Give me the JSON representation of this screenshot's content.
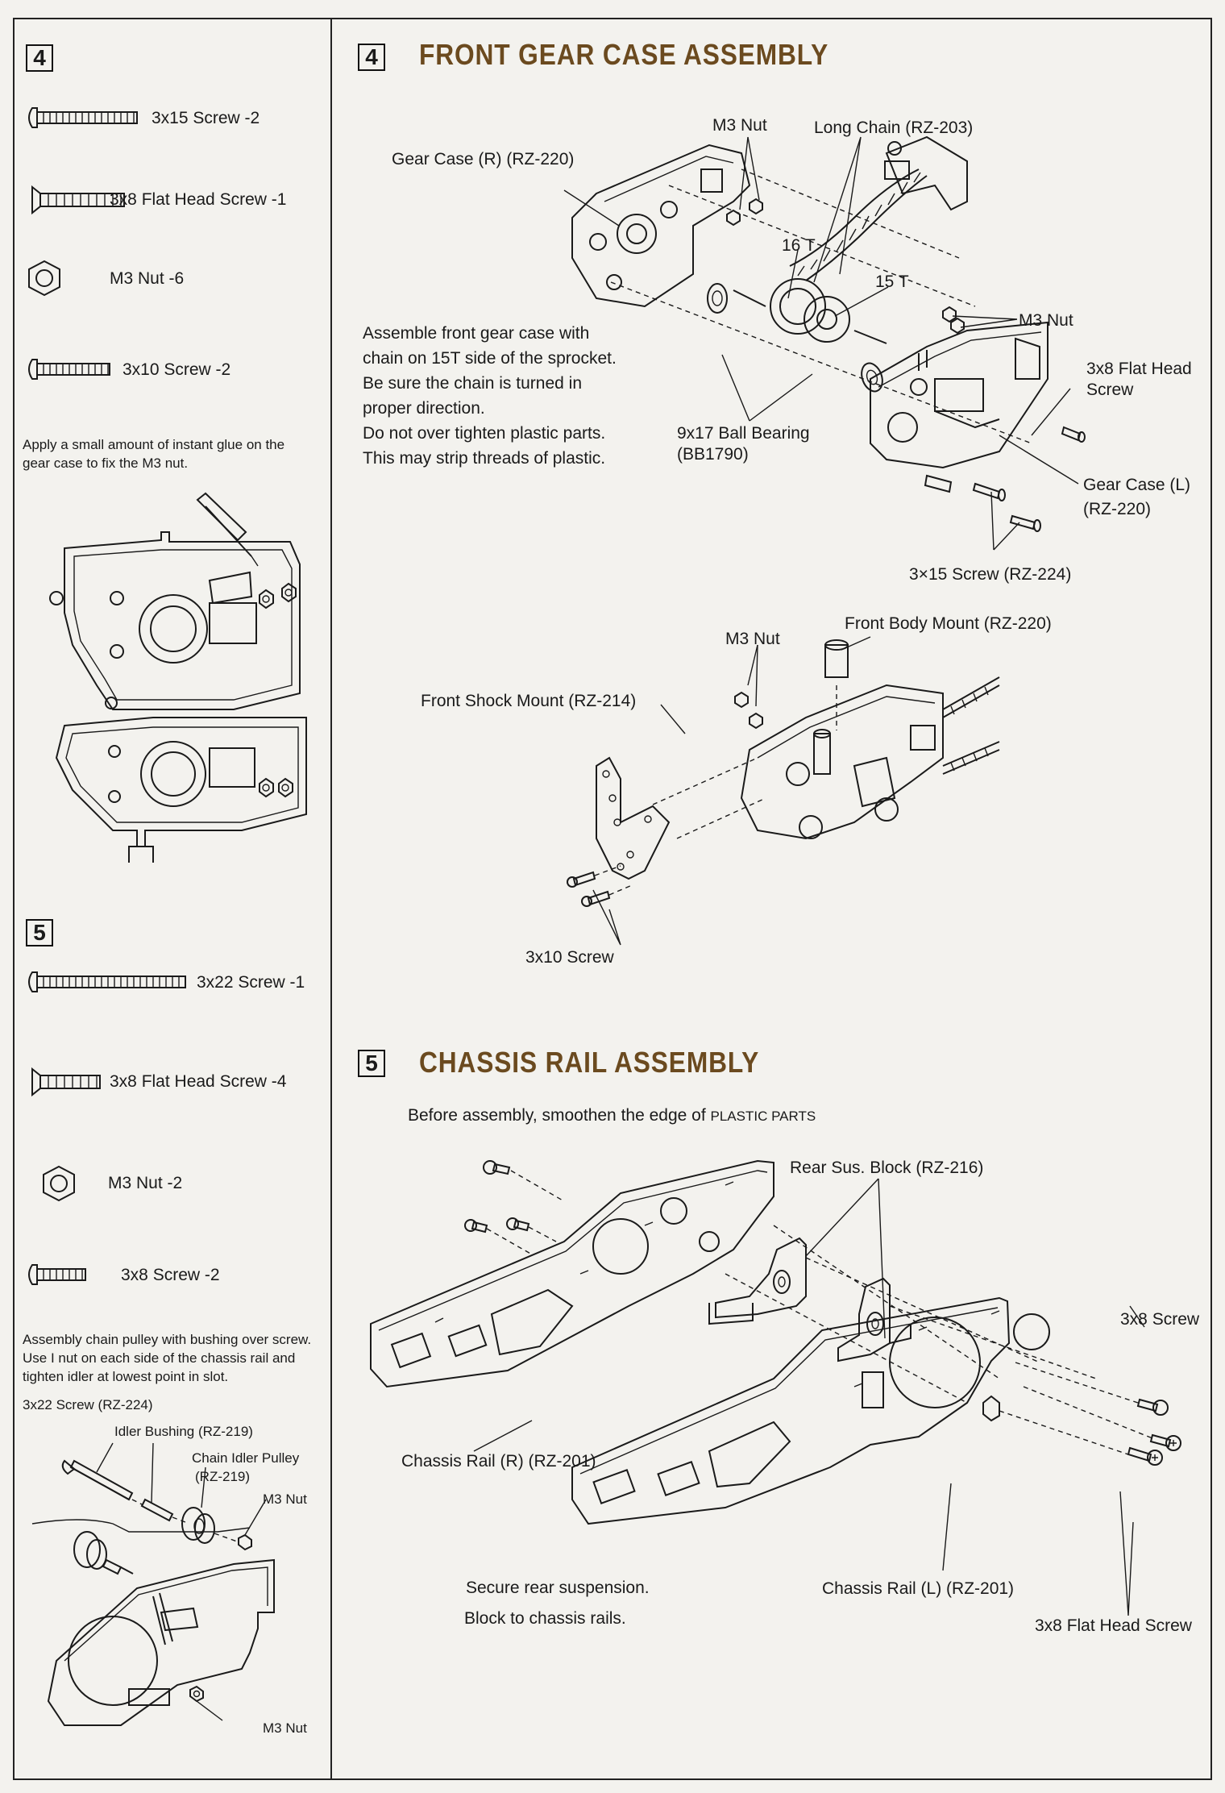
{
  "left": {
    "step4": {
      "number": "4",
      "parts": [
        {
          "icon": "round-head-screw-icon",
          "label": "3x15 Screw -2"
        },
        {
          "icon": "flat-head-screw-icon",
          "label": "3x8 Flat Head Screw -1"
        },
        {
          "icon": "hex-nut-icon",
          "label": "M3 Nut -6"
        },
        {
          "icon": "round-head-screw-icon",
          "label": "3x10 Screw -2"
        }
      ],
      "note": "Apply a small amount of instant glue on the gear case to fix the M3 nut."
    },
    "step5": {
      "number": "5",
      "parts": [
        {
          "icon": "round-head-screw-icon",
          "label": "3x22 Screw -1"
        },
        {
          "icon": "flat-head-screw-icon",
          "label": "3x8 Flat Head Screw -4"
        },
        {
          "icon": "hex-nut-icon",
          "label": "M3 Nut -2"
        },
        {
          "icon": "round-head-screw-icon",
          "label": "3x8 Screw -2"
        }
      ],
      "note": "Assembly chain pulley with bushing over screw. Use I nut on each side of the chassis rail and tighten idler at lowest point in slot.",
      "callouts": {
        "screw": "3x22 Screw (RZ-224)",
        "bushing": "Idler Bushing (RZ-219)",
        "pulley_line1": "Chain Idler Pulley",
        "pulley_line2": "(RZ-219)",
        "nut_top": "M3 Nut",
        "nut_bottom": "M3 Nut"
      }
    }
  },
  "section4": {
    "number": "4",
    "title": "FRONT GEAR CASE ASSEMBLY",
    "callouts": {
      "gear_case_r": "Gear Case (R) (RZ-220)",
      "m3_nut_top": "M3 Nut",
      "long_chain": "Long Chain (RZ-203)",
      "t16": "16 T",
      "t15": "15 T",
      "m3_nut_right": "M3 Nut",
      "flat_head_line1": "3x8 Flat Head",
      "flat_head_line2": "Screw",
      "bearing_line1": "9x17 Ball Bearing",
      "bearing_line2": "(BB1790)",
      "gear_case_l_line1": "Gear Case (L)",
      "gear_case_l_line2": "(RZ-220)",
      "screw_3x15": "3×15 Screw (RZ-224)"
    },
    "instructions": [
      "Assemble front gear case with",
      "chain on 15T side of the sprocket.",
      "Be sure the chain  is turned in",
      "proper direction.",
      "Do not over tighten plastic parts.",
      "This may strip threads of plastic."
    ],
    "sub": {
      "m3_nut": "M3 Nut",
      "front_body_mount": "Front  Body Mount (RZ-220)",
      "front_shock_mount": "Front Shock Mount (RZ-214)",
      "screw_3x10": "3x10 Screw"
    }
  },
  "section5": {
    "number": "5",
    "title": "CHASSIS RAIL ASSEMBLY",
    "subtitle_main": "Before assembly, smoothen the edge of ",
    "subtitle_caps": "PLASTIC PARTS",
    "callouts": {
      "rear_sus_block": "Rear Sus. Block (RZ-216)",
      "screw_3x8": "3x8 Screw",
      "chassis_rail_r": "Chassis Rail (R) (RZ-201)",
      "chassis_rail_l": "Chassis Rail (L) (RZ-201)",
      "flat_head": "3x8 Flat Head Screw",
      "secure_line1": "Secure rear suspension.",
      "secure_line2": "Block to chassis rails."
    }
  }
}
